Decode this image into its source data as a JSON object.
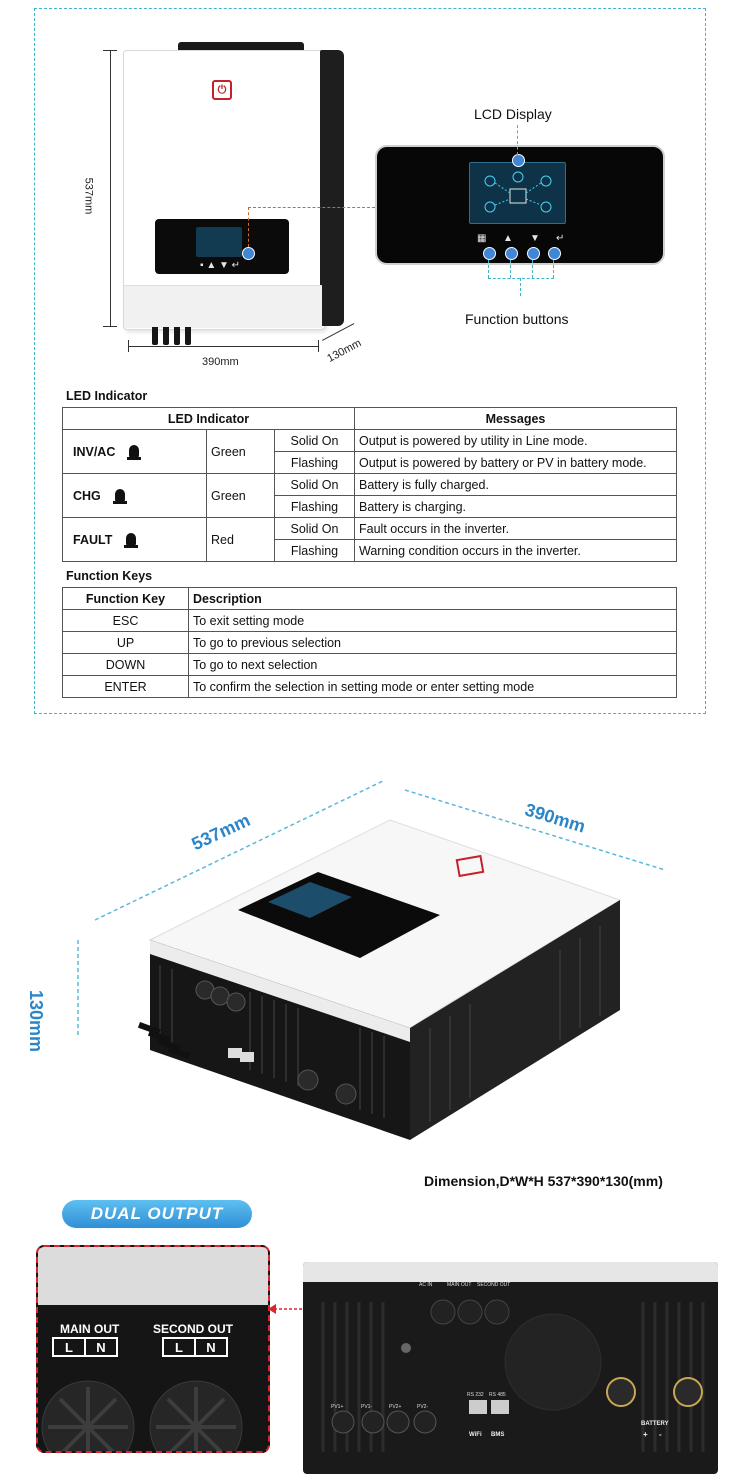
{
  "diagram": {
    "height_dim": "537mm",
    "width_dim": "390mm",
    "depth_dim": "130mm",
    "lcd_label": "LCD Display",
    "buttons_label": "Function buttons"
  },
  "led": {
    "section_title": "LED Indicator",
    "headers": {
      "indicator": "LED Indicator",
      "messages": "Messages"
    },
    "rows": [
      {
        "name": "INV/AC",
        "color": "Green",
        "states": [
          {
            "state": "Solid On",
            "message": "Output is powered by utility in Line mode."
          },
          {
            "state": "Flashing",
            "message": "Output is powered by battery or PV in battery mode."
          }
        ]
      },
      {
        "name": "CHG",
        "color": "Green",
        "states": [
          {
            "state": "Solid On",
            "message": "Battery is fully charged."
          },
          {
            "state": "Flashing",
            "message": "Battery is charging."
          }
        ]
      },
      {
        "name": "FAULT",
        "color": "Red",
        "states": [
          {
            "state": "Solid On",
            "message": "Fault occurs in the inverter."
          },
          {
            "state": "Flashing",
            "message": "Warning condition occurs in the inverter."
          }
        ]
      }
    ]
  },
  "keys": {
    "section_title": "Function Keys",
    "headers": {
      "key": "Function Key",
      "desc": "Description"
    },
    "rows": [
      {
        "key": "ESC",
        "desc": "To exit setting mode"
      },
      {
        "key": "UP",
        "desc": "To go to previous selection"
      },
      {
        "key": "DOWN",
        "desc": "To go to next selection"
      },
      {
        "key": "ENTER",
        "desc": "To confirm the selection in setting mode or enter setting mode"
      }
    ]
  },
  "view3d": {
    "len": "537mm",
    "wid": "390mm",
    "hgt": "130mm",
    "caption": "Dimension,D*W*H 537*390*130(mm)"
  },
  "dual": {
    "badge": "DUAL OUTPUT",
    "main_out": "MAIN OUT",
    "second_out": "SECOND OUT",
    "l": "L",
    "n": "N",
    "rear_labels": {
      "ac_in": "AC IN",
      "main_out": "MAIN OUT",
      "second_out": "SECOND OUT",
      "pv1p": "PV1+",
      "pv1m": "PV1-",
      "pv2p": "PV2+",
      "pv2m": "PV2-",
      "rs232": "RS 232",
      "rs485": "RS 485",
      "wifi": "WiFi",
      "bms": "BMS",
      "battery": "BATTERY",
      "plus": "+",
      "minus": "-"
    }
  },
  "colors": {
    "frame": "#3fb6c8",
    "dim_blue": "#2a86c9",
    "leader": "#d06a2a",
    "logo_red": "#c4222b",
    "highlight": "#d8262e"
  }
}
